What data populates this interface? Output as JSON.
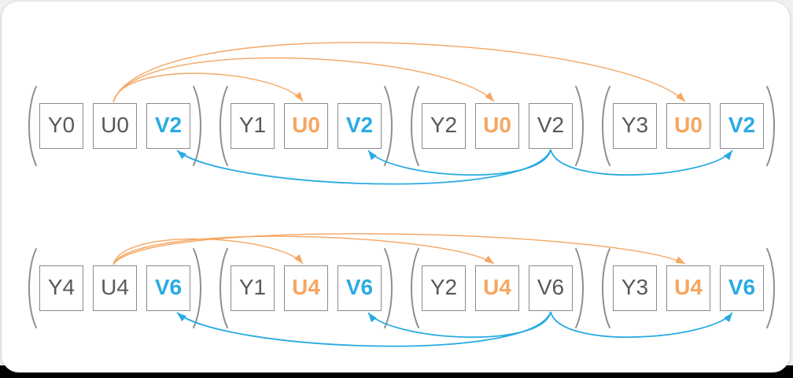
{
  "colors": {
    "orange": "#F5A661",
    "blue": "#29ABE2",
    "gray_text": "#58595B",
    "box_border": "#8B8B8B",
    "bracket": "#8F8F8F",
    "card_bg": "#FFFFFF",
    "page_bg": "#EEF0F1",
    "page_bg_bottom": "#000000"
  },
  "rows": [
    {
      "groups": [
        {
          "cells": [
            {
              "label": "Y0",
              "color": "gray"
            },
            {
              "label": "U0",
              "color": "gray"
            },
            {
              "label": "V2",
              "color": "blue"
            }
          ]
        },
        {
          "cells": [
            {
              "label": "Y1",
              "color": "gray"
            },
            {
              "label": "U0",
              "color": "orange"
            },
            {
              "label": "V2",
              "color": "blue"
            }
          ]
        },
        {
          "cells": [
            {
              "label": "Y2",
              "color": "gray"
            },
            {
              "label": "U0",
              "color": "orange"
            },
            {
              "label": "V2",
              "color": "gray"
            }
          ]
        },
        {
          "cells": [
            {
              "label": "Y3",
              "color": "gray"
            },
            {
              "label": "U0",
              "color": "orange"
            },
            {
              "label": "V2",
              "color": "blue"
            }
          ]
        }
      ]
    },
    {
      "groups": [
        {
          "cells": [
            {
              "label": "Y4",
              "color": "gray"
            },
            {
              "label": "U4",
              "color": "gray"
            },
            {
              "label": "V6",
              "color": "blue"
            }
          ]
        },
        {
          "cells": [
            {
              "label": "Y1",
              "color": "gray"
            },
            {
              "label": "U4",
              "color": "orange"
            },
            {
              "label": "V6",
              "color": "blue"
            }
          ]
        },
        {
          "cells": [
            {
              "label": "Y2",
              "color": "gray"
            },
            {
              "label": "U4",
              "color": "orange"
            },
            {
              "label": "V6",
              "color": "gray"
            }
          ]
        },
        {
          "cells": [
            {
              "label": "Y3",
              "color": "gray"
            },
            {
              "label": "U4",
              "color": "orange"
            },
            {
              "label": "V6",
              "color": "blue"
            }
          ]
        }
      ]
    }
  ],
  "arrows": [
    {
      "from": "r0g0c1",
      "to": "r0g1c1",
      "color": "orange",
      "side": "top"
    },
    {
      "from": "r0g0c1",
      "to": "r0g2c1",
      "color": "orange",
      "side": "top"
    },
    {
      "from": "r0g0c1",
      "to": "r0g3c1",
      "color": "orange",
      "side": "top"
    },
    {
      "from": "r0g2c2",
      "to": "r0g0c2",
      "color": "blue",
      "side": "bottom"
    },
    {
      "from": "r0g2c2",
      "to": "r0g1c2",
      "color": "blue",
      "side": "bottom"
    },
    {
      "from": "r0g2c2",
      "to": "r0g3c2",
      "color": "blue",
      "side": "bottom"
    },
    {
      "from": "r1g0c1",
      "to": "r1g1c1",
      "color": "orange",
      "side": "top"
    },
    {
      "from": "r1g0c1",
      "to": "r1g2c1",
      "color": "orange",
      "side": "top"
    },
    {
      "from": "r1g0c1",
      "to": "r1g3c1",
      "color": "orange",
      "side": "top"
    },
    {
      "from": "r1g2c2",
      "to": "r1g0c2",
      "color": "blue",
      "side": "bottom"
    },
    {
      "from": "r1g2c2",
      "to": "r1g1c2",
      "color": "blue",
      "side": "bottom"
    },
    {
      "from": "r1g2c2",
      "to": "r1g3c2",
      "color": "blue",
      "side": "bottom"
    }
  ]
}
